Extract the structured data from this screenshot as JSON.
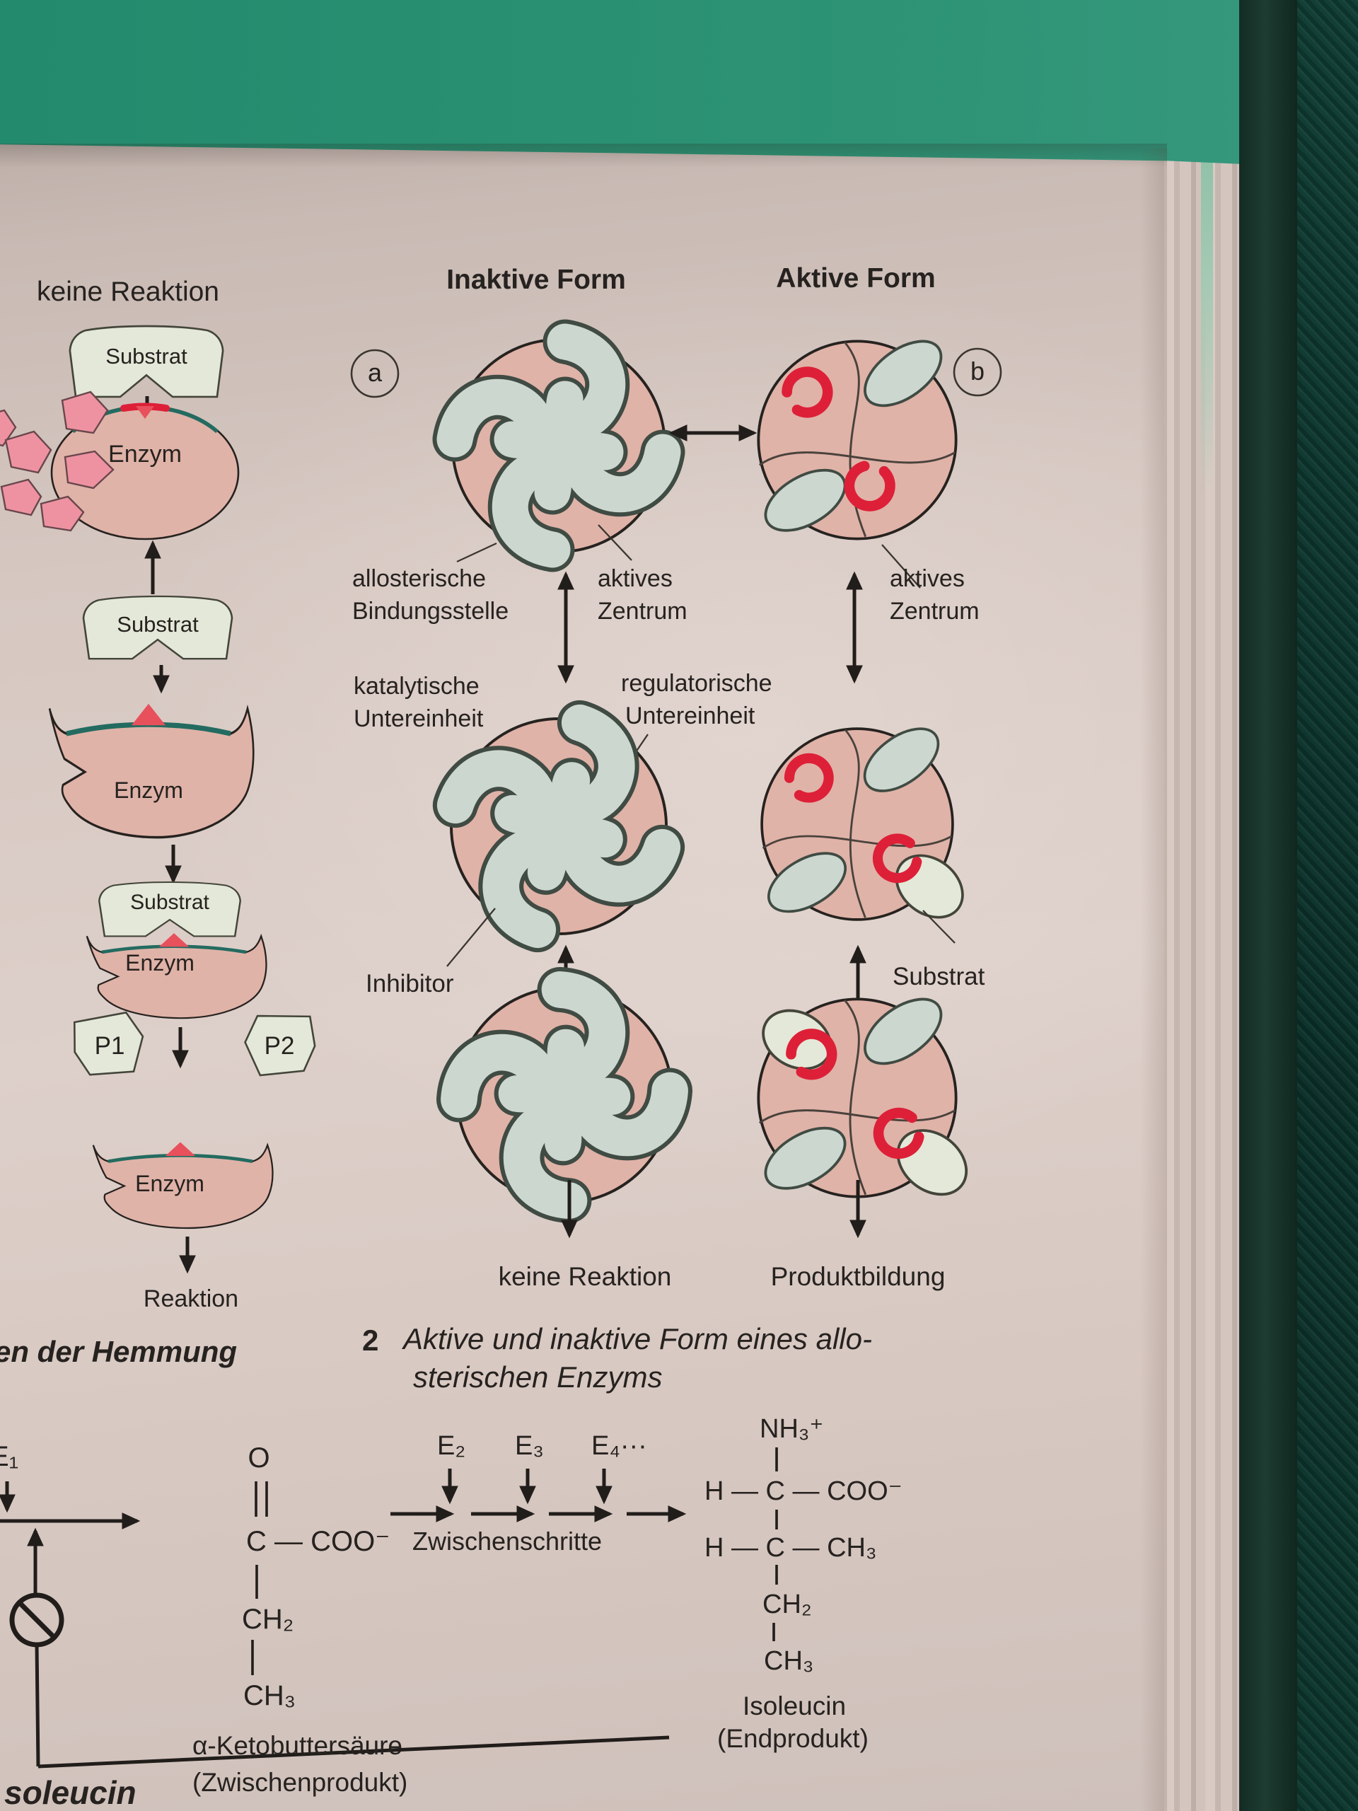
{
  "colors": {
    "green_band": "#238a6d",
    "outer": "#0b332c",
    "enzyme": "#e0b3a8",
    "lobe": "#ccd7d0",
    "red": "#dd2038",
    "teal_rim": "#236b60",
    "fragment": "#ee92a2",
    "shape_fill": "#e4e8d8",
    "ink": "#26221f"
  },
  "left": {
    "title": "keine Reaktion",
    "substrat": "Substrat",
    "enzym": "Enzym",
    "p1": "P1",
    "p2": "P2",
    "reaktion": "Reaktion",
    "hemmung_cut": "en der Hemmung"
  },
  "middle": {
    "title": "Inaktive Form",
    "marker": "a",
    "allosterische": "allosterische",
    "bindungsstelle": "Bindungsstelle",
    "aktives": "aktives",
    "zentrum": "Zentrum",
    "katalytische": "katalytische",
    "untereinheit": "Untereinheit",
    "regulatorische": "regulatorische",
    "inhibitor": "Inhibitor",
    "keine_reaktion": "keine Reaktion"
  },
  "right": {
    "title": "Aktive Form",
    "marker": "b",
    "aktives": "aktives",
    "zentrum": "Zentrum",
    "substrat": "Substrat",
    "produktbildung": "Produktbildung"
  },
  "caption": {
    "number": "2",
    "line1": "Aktive und inaktive Form eines allo-",
    "line2": "sterischen Enzyms"
  },
  "pathway": {
    "e1": "E₁",
    "e2": "E₂",
    "e3": "E₃",
    "e4": "E₄···",
    "zwischenschritte": "Zwischenschritte",
    "o": "O",
    "c_coo": "C — COO⁻",
    "ch2": "CH₂",
    "ch3": "CH₃",
    "alpha_name": "α-Ketobuttersäure",
    "alpha_role": "(Zwischenprodukt)",
    "nh3": "NH₃⁺",
    "row1": "H — C — COO⁻",
    "row2": "H — C — CH₃",
    "iso_ch2": "CH₂",
    "iso_ch3": "CH₃",
    "iso_name": "Isoleucin",
    "iso_role": "(Endprodukt)",
    "cut_text": "soleucin"
  }
}
